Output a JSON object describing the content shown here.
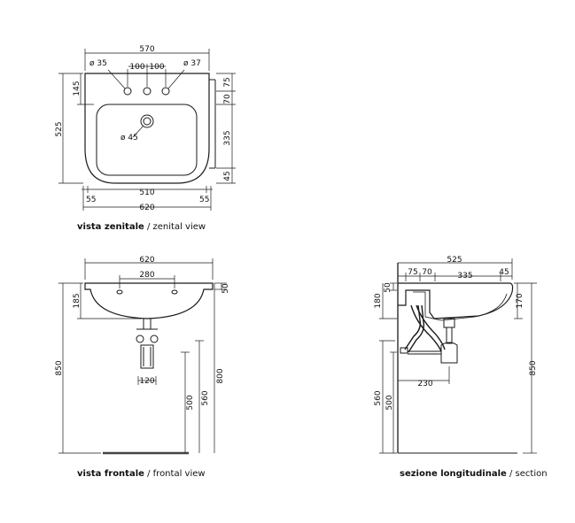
{
  "top_view": {
    "caption_bold": "vista zenitale",
    "caption_sep": " / ",
    "caption_light": "zenital view",
    "dim_width_total": "570",
    "dim_hole_left": "ø 35",
    "dim_hole_spacing_left": "100",
    "dim_hole_spacing_right": "100",
    "dim_hole_right": "ø 37",
    "dim_depth": "525",
    "dim_front_offset": "145",
    "dim_right_70": "70",
    "dim_right_75": "75",
    "dim_right_335": "335",
    "dim_right_45": "45",
    "dim_drain": "ø 45",
    "dim_inner_width": "510",
    "dim_left_55": "55",
    "dim_right_55": "55",
    "dim_outer_width": "620"
  },
  "front_view": {
    "caption_bold": "vista frontale",
    "caption_sep": " / ",
    "caption_light": "frontal view",
    "dim_width": "620",
    "dim_fixing": "280",
    "dim_185": "185",
    "dim_50": "50",
    "dim_850": "850",
    "dim_500": "500",
    "dim_560": "560",
    "dim_800": "800",
    "dim_120": "120"
  },
  "section_view": {
    "caption_bold": "sezione longitudinale",
    "caption_sep": " / ",
    "caption_light": "section",
    "dim_525": "525",
    "dim_75": "75",
    "dim_70": "70",
    "dim_335": "335",
    "dim_45": "45",
    "dim_50": "50",
    "dim_180": "180",
    "dim_170": "170",
    "dim_230": "230",
    "dim_560": "560",
    "dim_500": "500",
    "dim_850": "850"
  }
}
